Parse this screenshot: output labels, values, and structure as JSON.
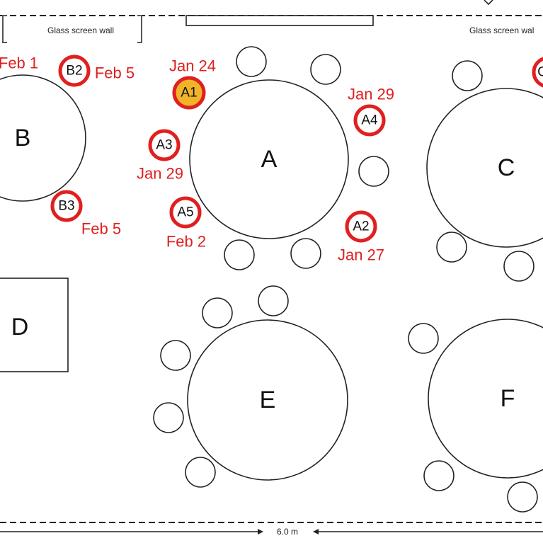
{
  "walls": {
    "left_label": "Glass screen wall",
    "right_label": "Glass screen wal"
  },
  "dimension": {
    "label": "6.0 m"
  },
  "tables": {
    "A": "A",
    "B": "B",
    "C": "C",
    "D": "D",
    "E": "E",
    "F": "F"
  },
  "marked_seats": [
    {
      "id": "A1",
      "date": "Jan 24",
      "highlight": true
    },
    {
      "id": "A2",
      "date": "Jan 27",
      "highlight": false
    },
    {
      "id": "A3",
      "date": "Jan 29",
      "highlight": false
    },
    {
      "id": "A4",
      "date": "Jan 29",
      "highlight": false
    },
    {
      "id": "A5",
      "date": "Feb 2",
      "highlight": false
    },
    {
      "id": "B2",
      "date": "Feb 5",
      "highlight": false
    },
    {
      "id": "B3",
      "date": "Feb 5",
      "highlight": false
    },
    {
      "id": "C",
      "date": "",
      "highlight": false
    }
  ],
  "other_dates": {
    "b1": "Feb 1"
  },
  "colors": {
    "marker": "#e02020",
    "highlight": "#f0b429"
  }
}
